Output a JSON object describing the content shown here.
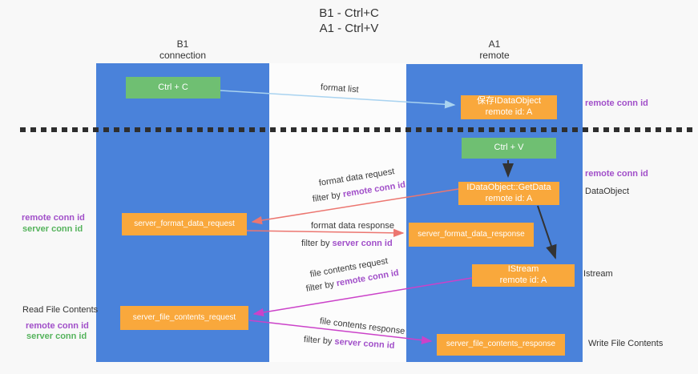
{
  "title": {
    "line1": "B1 - Ctrl+C",
    "line2": "A1 - Ctrl+V"
  },
  "columns": {
    "left": {
      "name": "B1",
      "sub": "connection"
    },
    "right": {
      "name": "A1",
      "sub": "remote"
    }
  },
  "boxes": {
    "ctrl_c": "Ctrl + C",
    "ctrl_v": "Ctrl + V",
    "save_idataobject": {
      "line1": "保存IDataObject",
      "line2": "remote id: A"
    },
    "getdata": {
      "line1": "IDataObject::GetData",
      "line2": "remote id: A"
    },
    "istream": {
      "line1": "IStream",
      "line2": "remote id: A"
    },
    "server_format_data_request": "server_format_data_request",
    "server_format_data_response": "server_format_data_response",
    "server_file_contents_request": "server_file_contents_request",
    "server_file_contents_response": "server_file_contents_response"
  },
  "flow_labels": {
    "format_list": "format list",
    "format_data_request": "format data request",
    "format_data_response": "format data response",
    "file_contents_request": "file contents request",
    "file_contents_response": "file contents response",
    "filter_by": "filter by ",
    "remote_conn_id": "remote conn id",
    "server_conn_id": "server conn id"
  },
  "left_labels": {
    "remote_conn_id_mid": "remote conn id",
    "server_conn_id_mid": "server conn id",
    "read_file_contents": "Read File Contents",
    "remote_conn_id_bottom": "remote conn id",
    "server_conn_id_bottom": "server conn id"
  },
  "right_labels": {
    "remote_conn_id_top": "remote conn id",
    "remote_conn_id_mid": "remote conn id",
    "dataobject": "DataObject",
    "istream": "Istream",
    "write_file_contents": "Write File Contents"
  },
  "colors": {
    "lifeline_blue": "#4a82da",
    "action_green": "#6fbf72",
    "node_orange": "#f9a83c",
    "arrow_blue": "#a9d3f0",
    "arrow_red": "#ec7670",
    "arrow_magenta": "#cb42c9",
    "arrow_black": "#333333",
    "remote_conn_id_purple": "#a14fc9",
    "server_conn_id_green": "#55b35c"
  }
}
